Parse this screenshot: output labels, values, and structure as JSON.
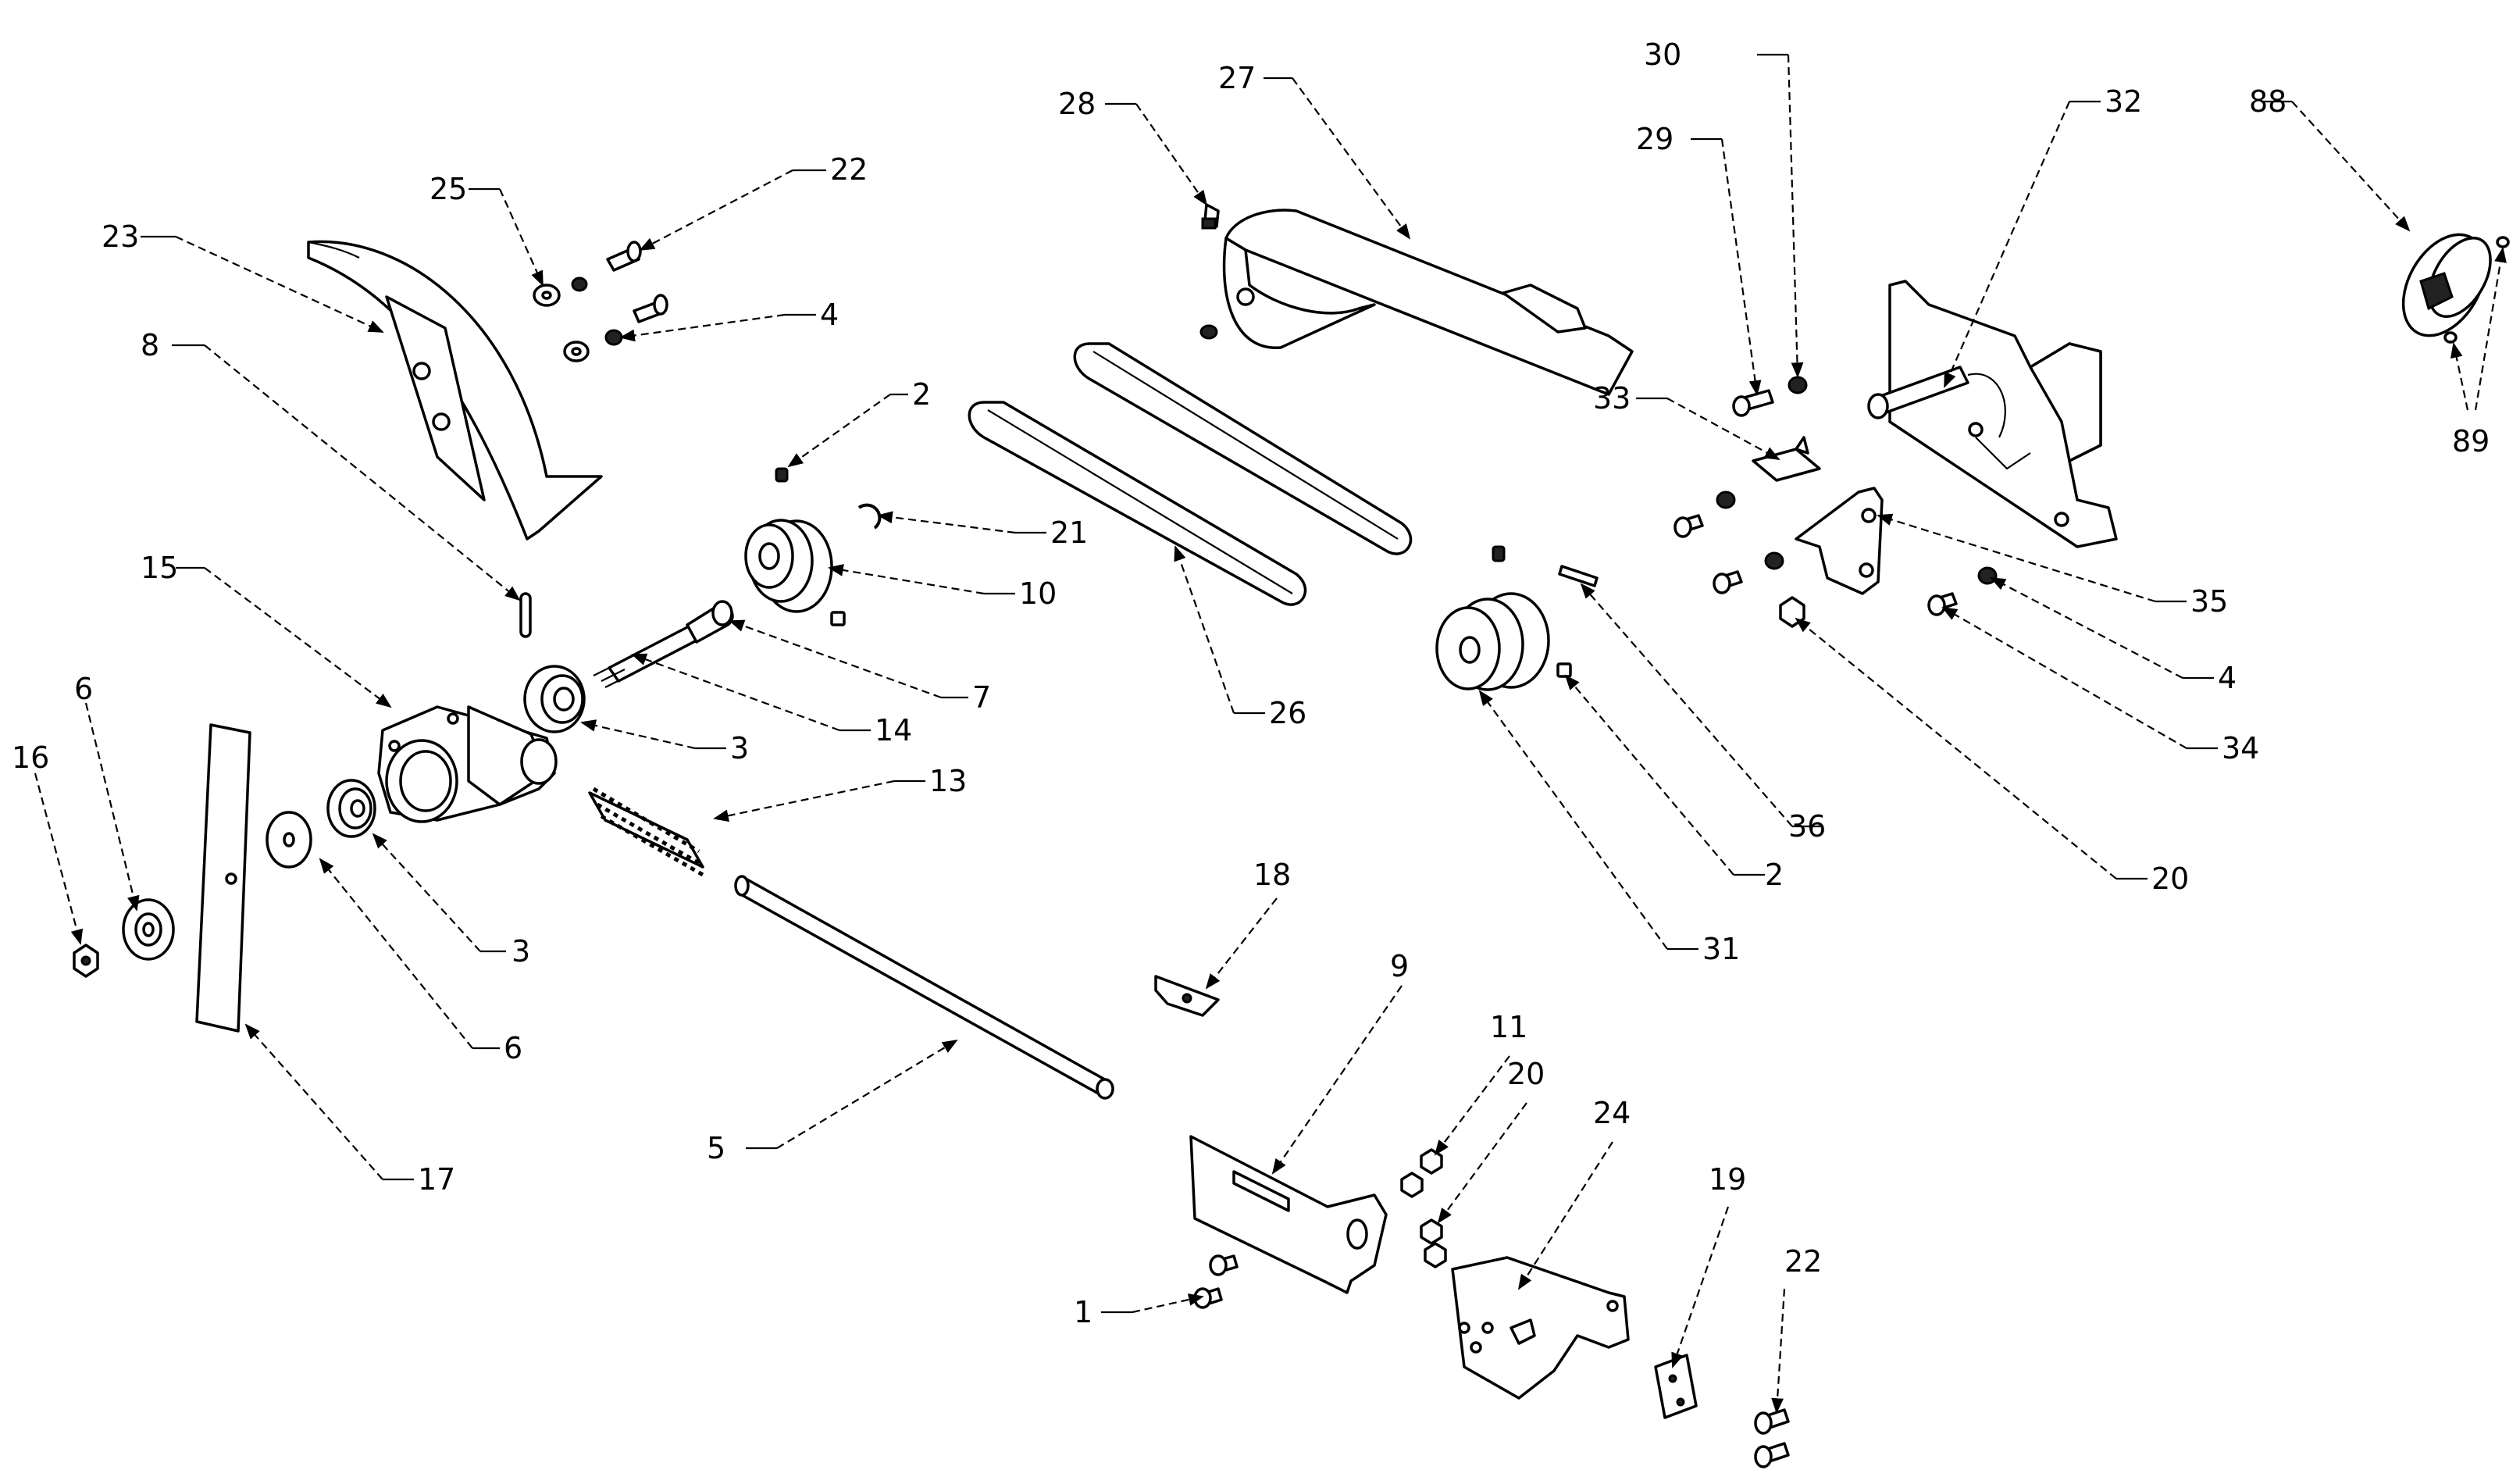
{
  "callouts": [
    {
      "id": "c23",
      "text": "23"
    },
    {
      "id": "c25",
      "text": "25"
    },
    {
      "id": "c22a",
      "text": "22"
    },
    {
      "id": "c4a",
      "text": "4"
    },
    {
      "id": "c8",
      "text": "8"
    },
    {
      "id": "c2a",
      "text": "2"
    },
    {
      "id": "c21",
      "text": "21"
    },
    {
      "id": "c10",
      "text": "10"
    },
    {
      "id": "c15",
      "text": "15"
    },
    {
      "id": "c7",
      "text": "7"
    },
    {
      "id": "c3a",
      "text": "3"
    },
    {
      "id": "c14",
      "text": "14"
    },
    {
      "id": "c13",
      "text": "13"
    },
    {
      "id": "c6a",
      "text": "6"
    },
    {
      "id": "c16",
      "text": "16"
    },
    {
      "id": "c3b",
      "text": "3"
    },
    {
      "id": "c6b",
      "text": "6"
    },
    {
      "id": "c17",
      "text": "17"
    },
    {
      "id": "c5",
      "text": "5"
    },
    {
      "id": "c28",
      "text": "28"
    },
    {
      "id": "c27",
      "text": "27"
    },
    {
      "id": "c26",
      "text": "26"
    },
    {
      "id": "c18",
      "text": "18"
    },
    {
      "id": "c9",
      "text": "9"
    },
    {
      "id": "c1",
      "text": "1"
    },
    {
      "id": "c11",
      "text": "11"
    },
    {
      "id": "c20a",
      "text": "20"
    },
    {
      "id": "c24",
      "text": "24"
    },
    {
      "id": "c19",
      "text": "19"
    },
    {
      "id": "c22b",
      "text": "22"
    },
    {
      "id": "c30",
      "text": "30"
    },
    {
      "id": "c29",
      "text": "29"
    },
    {
      "id": "c32",
      "text": "32"
    },
    {
      "id": "c33",
      "text": "33"
    },
    {
      "id": "c35",
      "text": "35"
    },
    {
      "id": "c4b",
      "text": "4"
    },
    {
      "id": "c34",
      "text": "34"
    },
    {
      "id": "c20b",
      "text": "20"
    },
    {
      "id": "c36",
      "text": "36"
    },
    {
      "id": "c2b",
      "text": "2"
    },
    {
      "id": "c31",
      "text": "31"
    },
    {
      "id": "c88",
      "text": "88"
    },
    {
      "id": "c89",
      "text": "89"
    }
  ]
}
